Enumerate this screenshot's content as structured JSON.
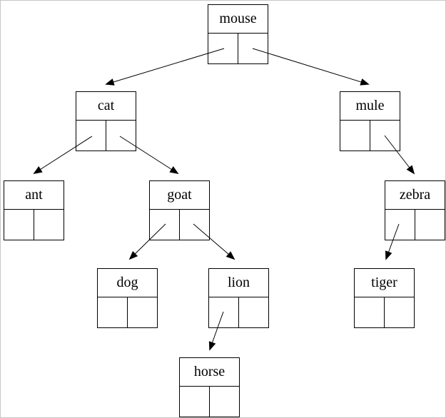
{
  "figure": {
    "type": "binary-tree-node-diagram",
    "background_color": "#ffffff",
    "frame_color": "#c6c6c6",
    "line_color": "#000000"
  },
  "tree": {
    "root": "mouse",
    "nodes": [
      {
        "label": "mouse",
        "left_child": "cat",
        "right_child": "mule"
      },
      {
        "label": "cat",
        "left_child": "ant",
        "right_child": "goat"
      },
      {
        "label": "mule",
        "left_child": null,
        "right_child": "zebra"
      },
      {
        "label": "ant",
        "left_child": null,
        "right_child": null
      },
      {
        "label": "goat",
        "left_child": "dog",
        "right_child": "lion"
      },
      {
        "label": "zebra",
        "left_child": "tiger",
        "right_child": null
      },
      {
        "label": "dog",
        "left_child": null,
        "right_child": null
      },
      {
        "label": "lion",
        "left_child": "horse",
        "right_child": null
      },
      {
        "label": "tiger",
        "left_child": null,
        "right_child": null
      },
      {
        "label": "horse",
        "left_child": null,
        "right_child": null
      }
    ],
    "edges": [
      {
        "from": "mouse",
        "side": "left",
        "to": "cat"
      },
      {
        "from": "mouse",
        "side": "right",
        "to": "mule"
      },
      {
        "from": "cat",
        "side": "left",
        "to": "ant"
      },
      {
        "from": "cat",
        "side": "right",
        "to": "goat"
      },
      {
        "from": "mule",
        "side": "right",
        "to": "zebra"
      },
      {
        "from": "goat",
        "side": "left",
        "to": "dog"
      },
      {
        "from": "goat",
        "side": "right",
        "to": "lion"
      },
      {
        "from": "zebra",
        "side": "left",
        "to": "tiger"
      },
      {
        "from": "lion",
        "side": "left",
        "to": "horse"
      }
    ]
  }
}
